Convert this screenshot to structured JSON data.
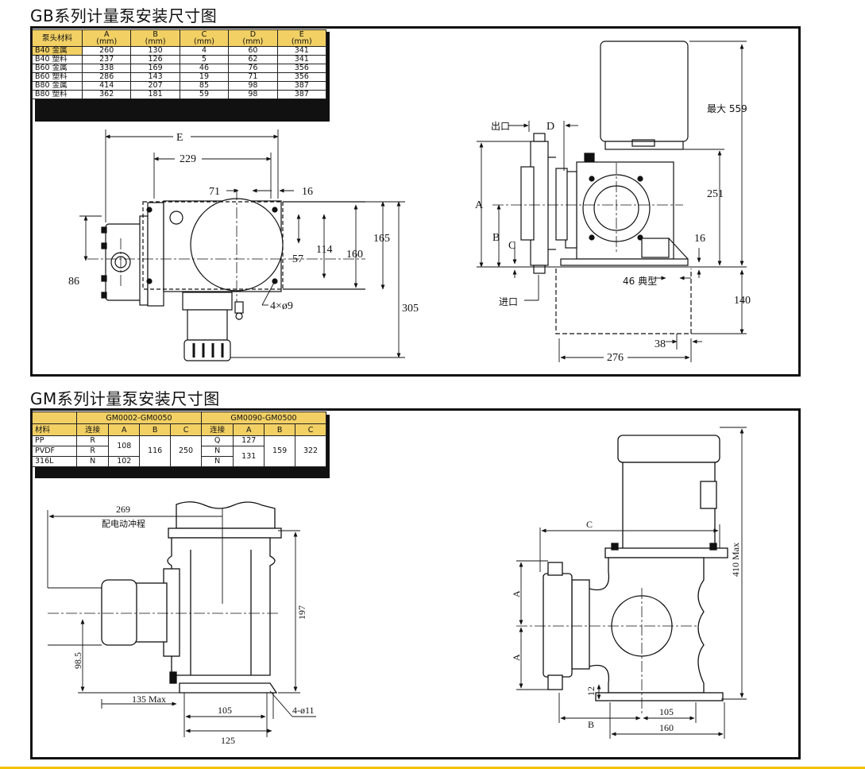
{
  "gb": {
    "title": "GB系列计量泵安装尺寸图",
    "headers": [
      "泵头材料",
      "A\n(mm)",
      "B\n(mm)",
      "C\n(mm)",
      "D\n(mm)",
      "E\n(mm)"
    ],
    "header_names": [
      "泵头材料",
      "A",
      "B",
      "C",
      "D",
      "E"
    ],
    "header_units": [
      "",
      "(mm)",
      "(mm)",
      "(mm)",
      "(mm)",
      "(mm)"
    ],
    "rows": [
      [
        "B40 金属",
        "260",
        "130",
        "4",
        "60",
        "341"
      ],
      [
        "B40 塑料",
        "237",
        "126",
        "5",
        "62",
        "341"
      ],
      [
        "B60 金属",
        "338",
        "169",
        "46",
        "76",
        "356"
      ],
      [
        "B60 塑料",
        "286",
        "143",
        "19",
        "71",
        "356"
      ],
      [
        "B80 金属",
        "414",
        "207",
        "85",
        "98",
        "387"
      ],
      [
        "B80 塑料",
        "362",
        "181",
        "59",
        "98",
        "387"
      ]
    ],
    "left_dims": {
      "E": "E",
      "d229": "229",
      "d71": "71",
      "d16": "16",
      "d57": "57",
      "d114": "114",
      "d160": "160",
      "d165": "165",
      "d86": "86",
      "d305": "305",
      "holes": "4×ø9"
    },
    "right_dims": {
      "outlet": "出口",
      "D": "D",
      "max559": "最大 559",
      "A": "A",
      "B": "B",
      "C": "C",
      "d251": "251",
      "d16": "16",
      "typ46": "46 典型",
      "inlet": "进口",
      "d140": "140",
      "d38": "38",
      "d276": "276"
    }
  },
  "gm": {
    "title": "GM系列计量泵安装尺寸图",
    "group1": "GM0002-GM0050",
    "group2": "GM0090-GM0500",
    "headers": [
      "材料",
      "连接",
      "A",
      "B",
      "C",
      "连接",
      "A",
      "B",
      "C"
    ],
    "rows": [
      {
        "mat": "PP",
        "c1": "R",
        "c2": "Q",
        "a2": "127"
      },
      {
        "mat": "PVDF",
        "c1": "R",
        "c2": "N"
      },
      {
        "mat": "316L",
        "c1": "N",
        "a1b": "102",
        "c2": "N"
      }
    ],
    "merged": {
      "a1": "108",
      "b1": "116",
      "c1": "250",
      "a2b": "131",
      "b2": "159",
      "c2": "322"
    },
    "left_dims": {
      "d269": "269",
      "note": "配电动冲程",
      "d197": "197",
      "d98": "98.5",
      "max135": "135 Max",
      "d105": "105",
      "d125": "125",
      "holes": "4-ø11"
    },
    "right_dims": {
      "C": "C",
      "max410": "410 Max",
      "A1": "A",
      "A2": "A",
      "d12": "12",
      "B": "B",
      "d105": "105",
      "d160": "160"
    }
  }
}
